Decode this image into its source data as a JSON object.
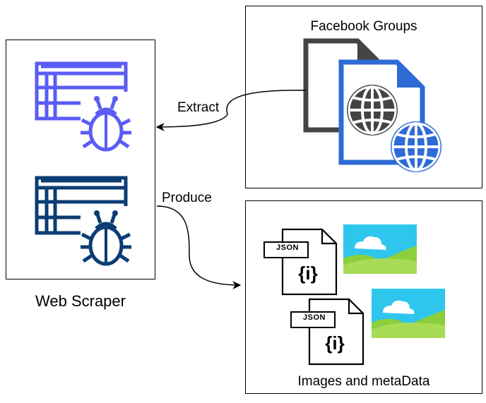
{
  "nodes": {
    "web_scraper": {
      "label": "Web Scraper"
    },
    "facebook_groups": {
      "label": "Facebook Groups"
    },
    "images_metadata": {
      "label": "Images and metaData"
    }
  },
  "edges": {
    "extract": {
      "label": "Extract"
    },
    "produce": {
      "label": "Produce"
    }
  },
  "files": {
    "tag": "JSON",
    "glyph": "{i}"
  },
  "icons": {
    "scraper_top": "table-bug-icon",
    "scraper_bottom": "table-bug-icon",
    "documents": "web-documents-icon",
    "json_file": "json-file-icon",
    "image": "landscape-image-icon"
  },
  "colors": {
    "scraper_top": "#5a5cf5",
    "scraper_bottom": "#0b3d73",
    "doc_back": "#444444",
    "doc_front": "#2f6bd6",
    "image_sky": "#2fc6ee",
    "image_hill": "#8bcf3c"
  }
}
